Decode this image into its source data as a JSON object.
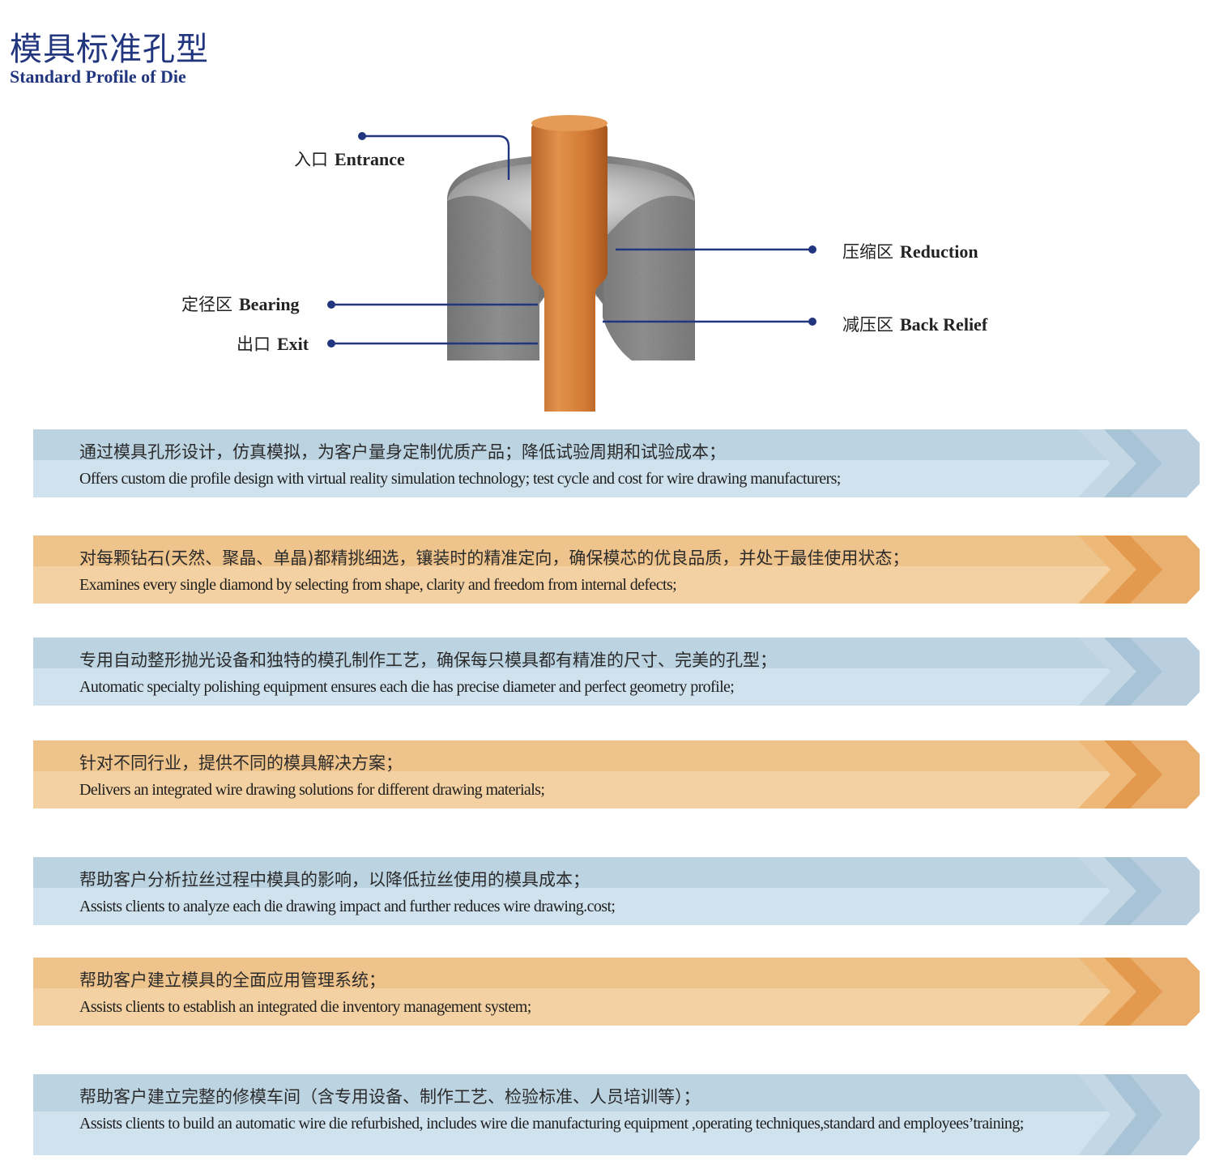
{
  "header": {
    "title_cn": "模具标准孔型",
    "title_en": "Standard Profile of Die"
  },
  "diagram": {
    "labels": [
      {
        "key": "entrance",
        "cn": "入口",
        "en": "Entrance"
      },
      {
        "key": "reduction",
        "cn": "压缩区",
        "en": "Reduction"
      },
      {
        "key": "bearing",
        "cn": "定径区",
        "en": "Bearing"
      },
      {
        "key": "back_relief",
        "cn": "减压区",
        "en": "Back Relief"
      },
      {
        "key": "exit",
        "cn": "出口",
        "en": "Exit"
      }
    ]
  },
  "colors": {
    "title": "#22357f",
    "leader": "#22357f",
    "blue_band": "#cfe2ee",
    "blue_band_top": "#bcd3e2",
    "orange_band": "#f4d1a2",
    "orange_band_top": "#efc48c",
    "wire": "#d2803a",
    "die": "#8a8a8a"
  },
  "features": [
    {
      "theme": "blue",
      "cn": "通过模具孔形设计，仿真模拟，为客户量身定制优质产品；降低试验周期和试验成本；",
      "en": "Offers custom die profile design with virtual reality simulation technology; test cycle and cost for wire drawing manufacturers;"
    },
    {
      "theme": "orange",
      "cn": "对每颗钻石(天然、聚晶、单晶)都精挑细选，镶装时的精准定向，确保模芯的优良品质，并处于最佳使用状态；",
      "en": "Examines every single diamond by selecting from shape, clarity and freedom from internal defects;"
    },
    {
      "theme": "blue",
      "cn": "专用自动整形抛光设备和独特的模孔制作工艺，确保每只模具都有精准的尺寸、完美的孔型；",
      "en": "Automatic specialty polishing equipment ensures each die has precise diameter and perfect geometry profile;"
    },
    {
      "theme": "orange",
      "cn": "针对不同行业，提供不同的模具解决方案；",
      "en": "Delivers an integrated wire drawing solutions for different drawing materials;"
    },
    {
      "theme": "blue",
      "cn": "帮助客户分析拉丝过程中模具的影响，以降低拉丝使用的模具成本；",
      "en": "Assists clients to analyze each die drawing impact and further reduces wire drawing.cost;"
    },
    {
      "theme": "orange",
      "cn": "帮助客户建立模具的全面应用管理系统；",
      "en": "Assists clients to establish an integrated die inventory management system;"
    },
    {
      "theme": "blue",
      "cn": "帮助客户建立完整的修模车间（含专用设备、制作工艺、检验标准、人员培训等）；",
      "en": "Assists clients to build an automatic wire die refurbished, includes wire die manufacturing equipment ,operating techniques,standard and employees’training;"
    }
  ]
}
